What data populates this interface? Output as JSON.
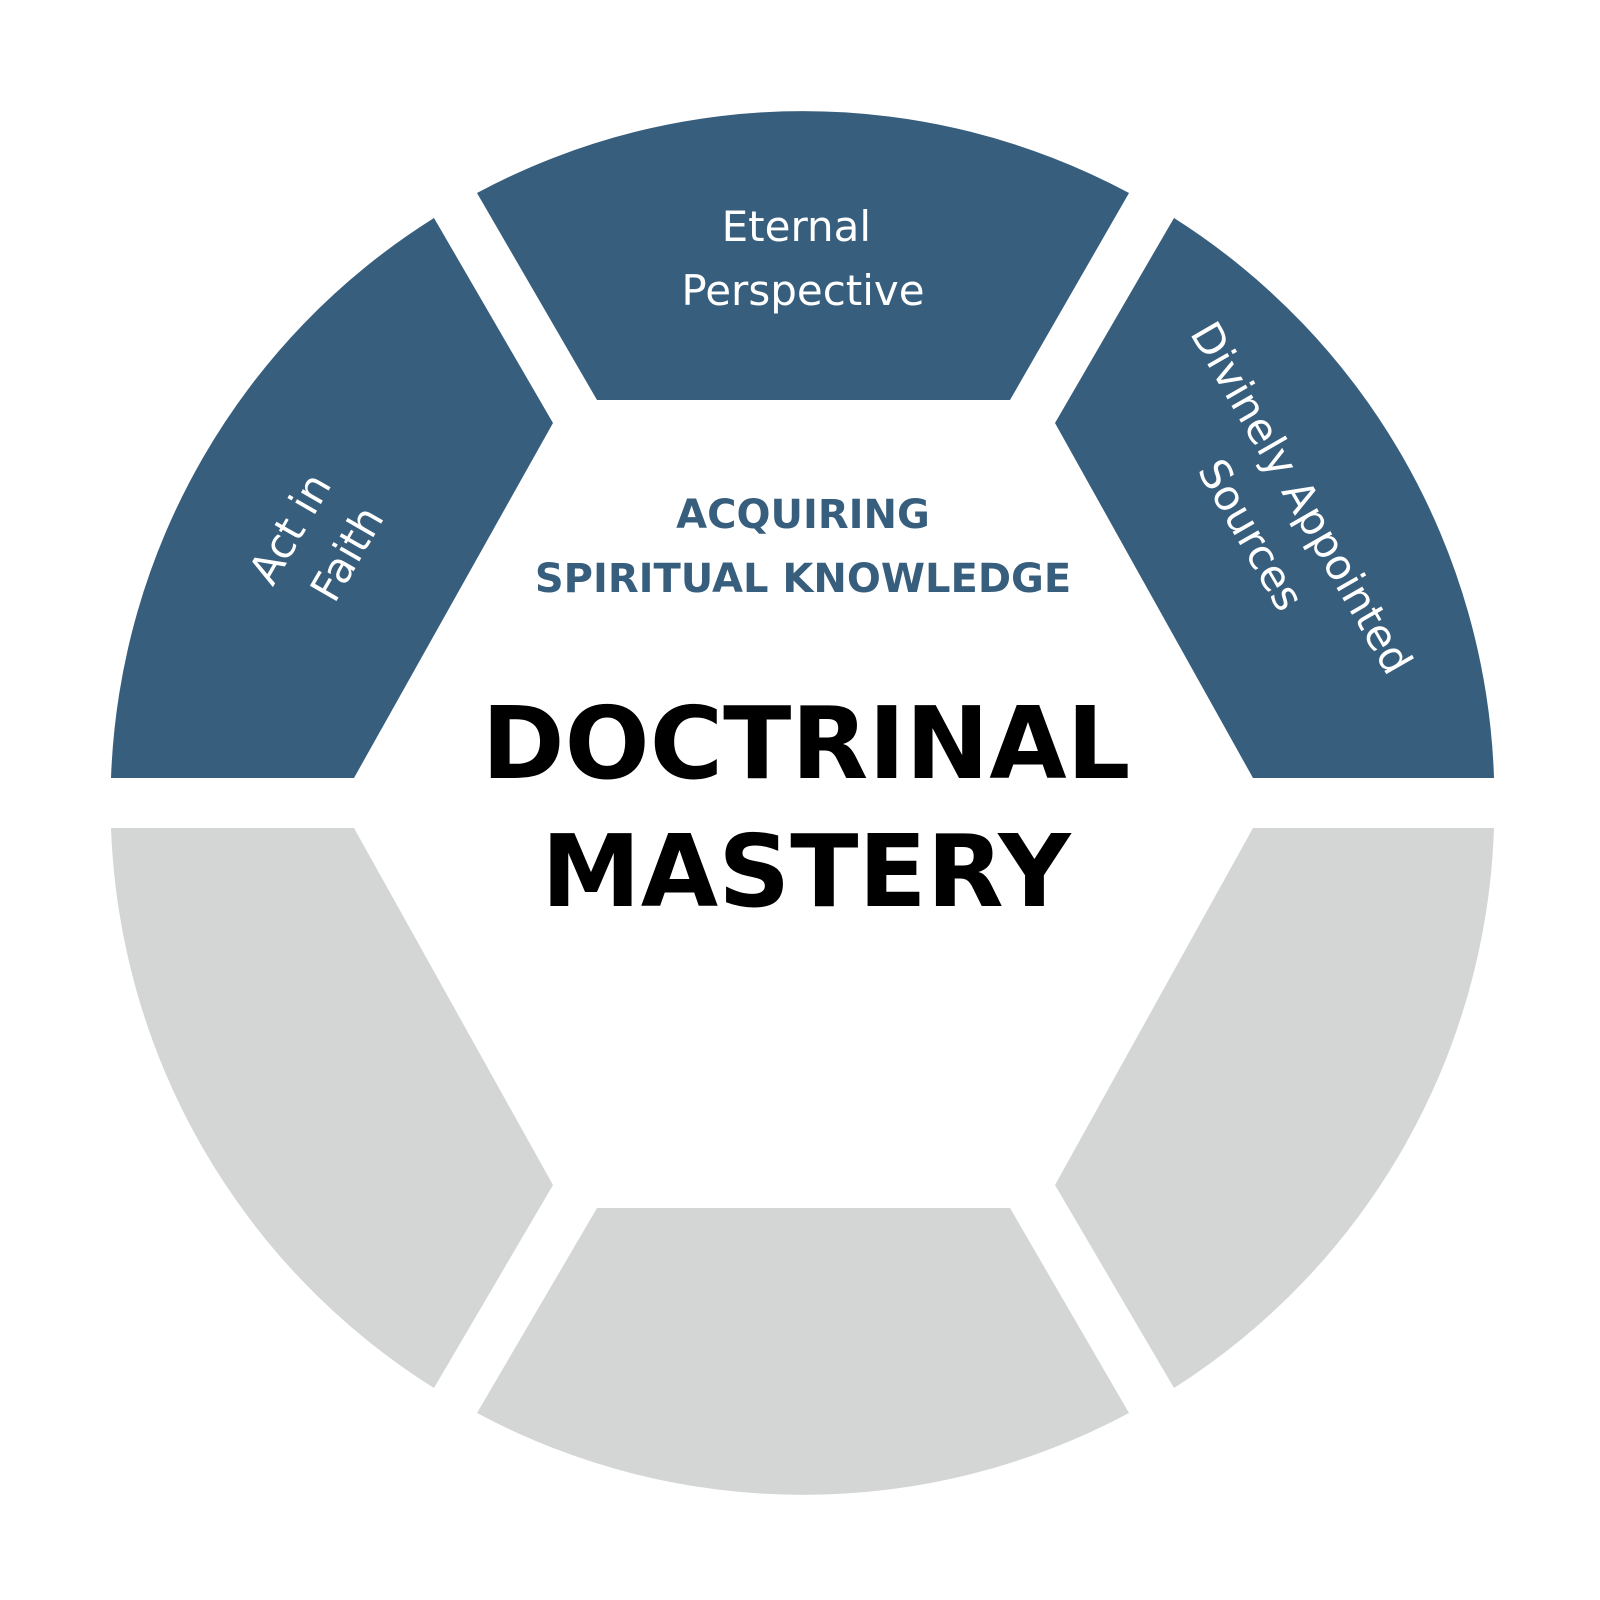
{
  "colors": {
    "active": "#375e7d",
    "inactive": "#d4d6d5",
    "label": "#ffffff",
    "subtitle": "#375e7d",
    "title": "#000000",
    "background": "#ffffff"
  },
  "center": {
    "subtitle_line1": "ACQUIRING",
    "subtitle_line2": "SPIRITUAL KNOWLEDGE",
    "title_line1": "DOCTRINAL",
    "title_line2": "MASTERY"
  },
  "segments": [
    {
      "id": "top",
      "state": "active",
      "lines": [
        "Eternal",
        "Perspective"
      ]
    },
    {
      "id": "upper-right",
      "state": "active",
      "lines": [
        "Divinely Appointed",
        "Sources"
      ]
    },
    {
      "id": "lower-right",
      "state": "inactive",
      "lines": []
    },
    {
      "id": "bottom",
      "state": "inactive",
      "lines": []
    },
    {
      "id": "lower-left",
      "state": "inactive",
      "lines": []
    },
    {
      "id": "upper-left",
      "state": "active",
      "lines": [
        "Act in",
        "Faith"
      ]
    }
  ]
}
